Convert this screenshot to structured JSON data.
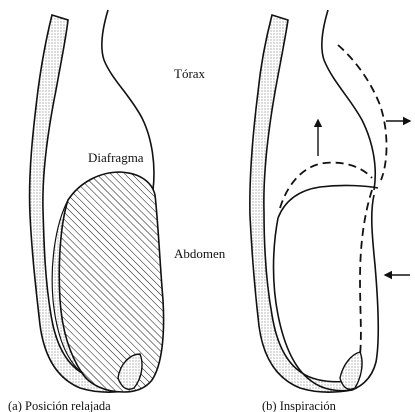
{
  "labels": {
    "torax": "Tórax",
    "diafragma": "Diafragma",
    "abdomen": "Abdomen"
  },
  "captions": {
    "a": "(a) Posición relajada",
    "b": "(b) Inspiración"
  },
  "colors": {
    "ink": "#111111",
    "stipple": "#9a9a9a",
    "background": "#ffffff"
  }
}
